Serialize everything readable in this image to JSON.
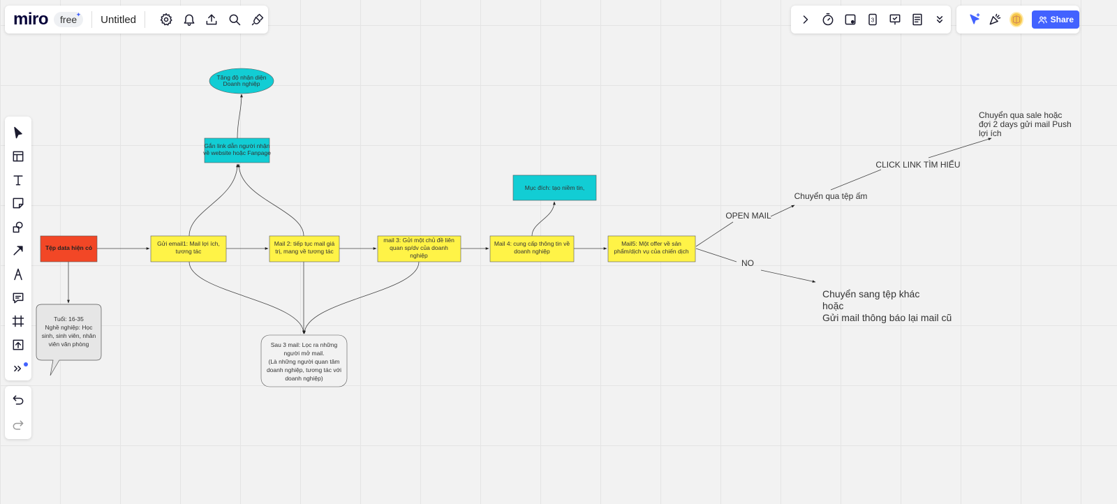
{
  "app": {
    "logo": "miro",
    "plan": "free",
    "plan_star": "✦",
    "board_name": "Untitled",
    "share_label": "Share"
  },
  "colors": {
    "accent": "#4262ff",
    "cyan": "#12cdd4",
    "yellow": "#fff347",
    "red": "#f24726",
    "gray": "#e6e6e6"
  },
  "top_icons": [
    "gear-icon",
    "bell-icon",
    "upload-icon",
    "search-icon",
    "plug-icon"
  ],
  "right_tools": [
    "chevron-right-icon",
    "timer-icon",
    "card-icon",
    "counter-icon",
    "presentation-icon",
    "notes-icon",
    "chevron-double-down-icon"
  ],
  "collab_tools": [
    "cursor-icon",
    "celebrate-icon",
    "avatar"
  ],
  "left_tools": [
    "select-icon",
    "template-icon",
    "text-icon",
    "sticky-note-icon",
    "shapes-icon",
    "arrow-icon",
    "pen-icon",
    "comment-icon",
    "frame-icon",
    "upload-icon",
    "more-icon"
  ],
  "history_tools": [
    "undo-icon",
    "redo-icon"
  ],
  "counter_text": "3",
  "nodes": {
    "tep_data": "Tệp data hiện có",
    "profile": [
      "Tuổi: 16-35",
      "Nghề nghiệp: Học",
      "sinh, sinh viên, nhân",
      "viên văn phòng"
    ],
    "email1": [
      "Gửi email1: Mail lợi ích,",
      "tương tác"
    ],
    "mail2": [
      "Mail 2: tiếp tục mail giá",
      "trị, mang về tương tác"
    ],
    "mail3": [
      "mail 3: Gửi một chủ đề liên",
      "quan sp/dv của doanh",
      "nghiệp"
    ],
    "mail4": [
      "Mail 4: cung cấp thông tin về",
      "doanh nghiệp"
    ],
    "mail5": [
      "Mail5: Một offer về sản",
      "phẩm/dịch vụ của chiến dịch"
    ],
    "tang_do": [
      "Tăng độ nhận diện",
      "Doanh nghiệp"
    ],
    "gan_link": [
      "Gắn link dẫn người nhận",
      "về website hoặc Fanpage"
    ],
    "muc_dich": "Mục đích: tạo niềm tin,",
    "sau3": [
      "Sau 3 mail: Lọc ra những",
      "người mở mail.",
      "(Là những người quan tâm",
      "doanh nghiệp, tương tác với",
      "doanh nghiệp)"
    ]
  },
  "labels": {
    "open_mail": "OPEN MAIL",
    "no": "NO",
    "tep_am": "Chuyển qua tệp ấm",
    "click_link": "CLICK LINK TÌM HIỂU",
    "sale": [
      "Chuyển qua sale hoặc",
      "đợi 2 days gửi mail Push",
      "lợi ích"
    ],
    "khac": [
      "Chuyển sang tệp khác",
      "hoặc",
      "Gửi mail thông báo lại mail cũ"
    ]
  }
}
